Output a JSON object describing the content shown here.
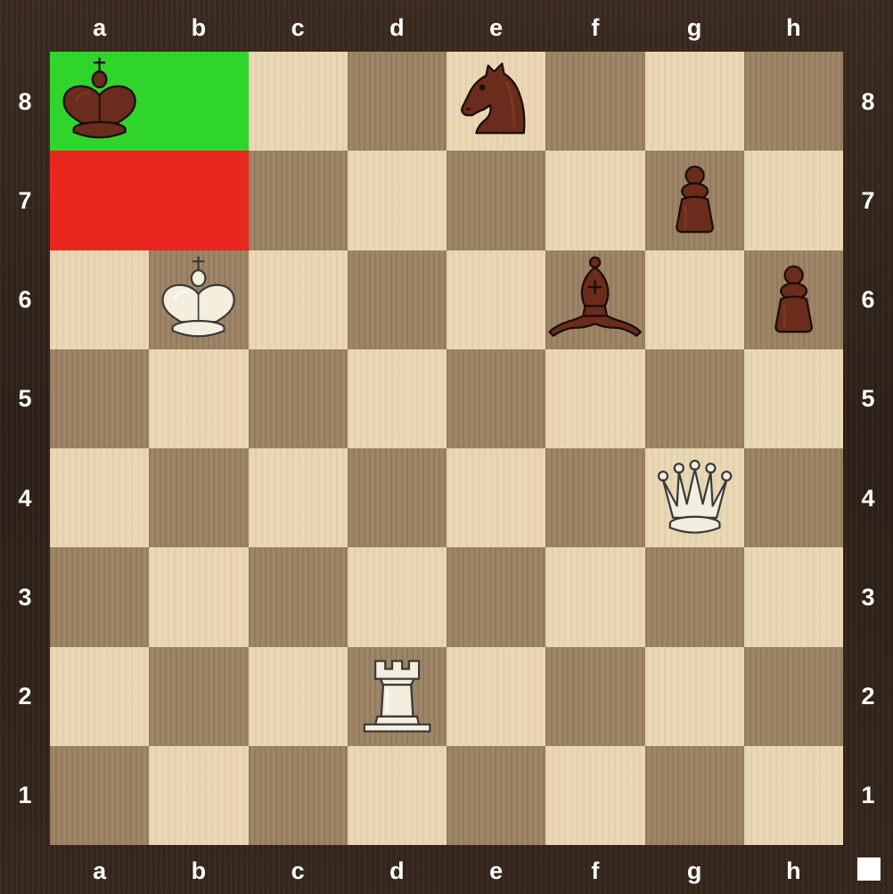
{
  "board": {
    "files": [
      "a",
      "b",
      "c",
      "d",
      "e",
      "f",
      "g",
      "h"
    ],
    "ranks": [
      "8",
      "7",
      "6",
      "5",
      "4",
      "3",
      "2",
      "1"
    ],
    "highlights": [
      {
        "square": "a8",
        "color": "#2fd52a"
      },
      {
        "square": "b8",
        "color": "#2fd52a"
      },
      {
        "square": "a7",
        "color": "#e8271f"
      },
      {
        "square": "b7",
        "color": "#e8271f"
      }
    ],
    "pieces": [
      {
        "square": "a8",
        "color": "black",
        "type": "king"
      },
      {
        "square": "e8",
        "color": "black",
        "type": "knight"
      },
      {
        "square": "g7",
        "color": "black",
        "type": "pawn"
      },
      {
        "square": "b6",
        "color": "white",
        "type": "king"
      },
      {
        "square": "f6",
        "color": "black",
        "type": "bishop"
      },
      {
        "square": "h6",
        "color": "black",
        "type": "pawn"
      },
      {
        "square": "g4",
        "color": "white",
        "type": "queen"
      },
      {
        "square": "d2",
        "color": "white",
        "type": "rook"
      }
    ],
    "side_to_move": "white"
  }
}
